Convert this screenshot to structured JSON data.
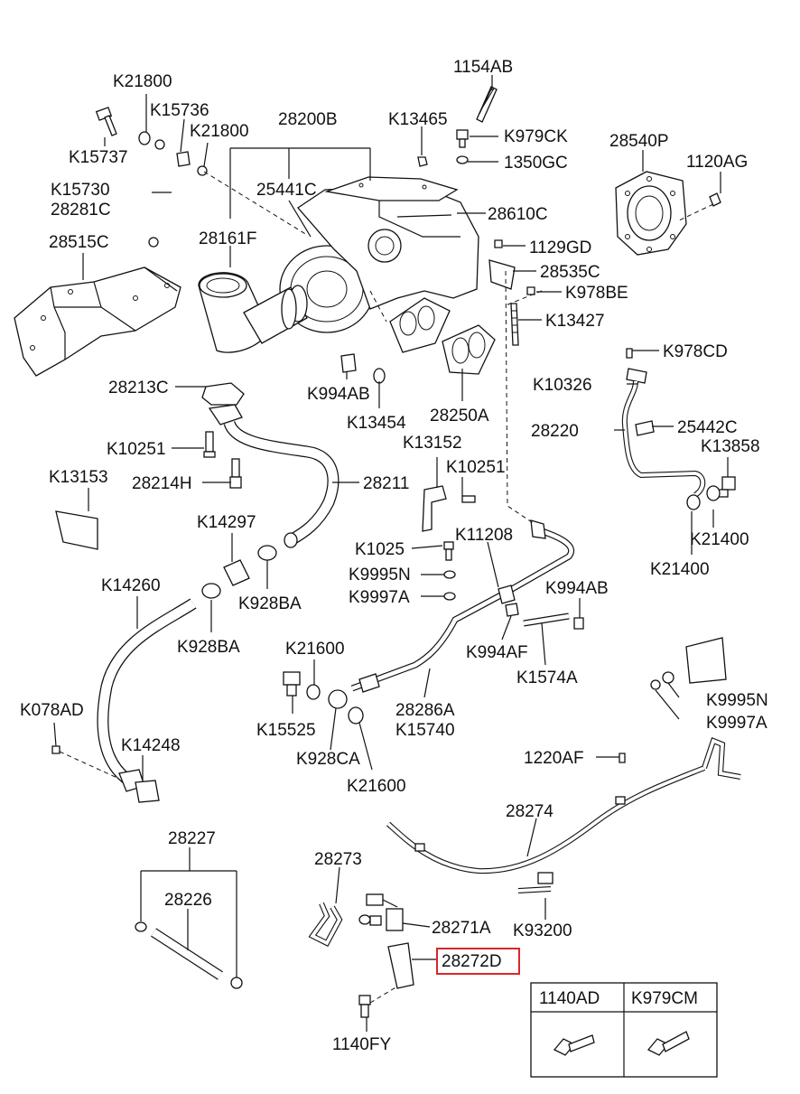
{
  "labels": {
    "p1154AB": "1154AB",
    "pK21800a": "K21800",
    "pK15736": "K15736",
    "p28200B": "28200B",
    "pK13465": "K13465",
    "pK979CK": "K979CK",
    "p28540P": "28540P",
    "pK21800b": "K21800",
    "pK15737": "K15737",
    "p1350GC": "1350GC",
    "p1120AG": "1120AG",
    "pK15730": "K15730",
    "p28281C": "28281C",
    "p25441C": "25441C",
    "p28610C": "28610C",
    "p28515C": "28515C",
    "p28161F": "28161F",
    "p1129GD": "1129GD",
    "p28535C": "28535C",
    "pK978BE": "K978BE",
    "pK13427": "K13427",
    "pK978CD": "K978CD",
    "p28213C": "28213C",
    "pK994AB": "K994AB",
    "pK10326": "K10326",
    "pK13454": "K13454",
    "p28250A": "28250A",
    "p28220": "28220",
    "p25442C": "25442C",
    "pK13152": "K13152",
    "pK13858": "K13858",
    "pK10251a": "K10251",
    "pK10251b": "K10251",
    "pK13153": "K13153",
    "p28214H": "28214H",
    "p28211": "28211",
    "pK14297": "K14297",
    "pK11208": "K11208",
    "pK21400a": "K21400",
    "pK1025": "K1025",
    "pK9995Na": "K9995N",
    "pK21400b": "K21400",
    "pK14260": "K14260",
    "pK9997Aa": "K9997A",
    "pK994AB2": "K994AB",
    "pK928BAa": "K928BA",
    "pK928BAb": "K928BA",
    "pK994AF": "K994AF",
    "pK21600a": "K21600",
    "pK1574A": "K1574A",
    "pK078AD": "K078AD",
    "p28286A": "28286A",
    "pK15740": "K15740",
    "pK9995Nb": "K9995N",
    "pK15525": "K15525",
    "pK9997Ab": "K9997A",
    "pK14248": "K14248",
    "pK928CA": "K928CA",
    "p1220AF": "1220AF",
    "pK21600b": "K21600",
    "p28274": "28274",
    "p28227": "28227",
    "p28273": "28273",
    "p28226": "28226",
    "p28271A": "28271A",
    "pK93200": "K93200",
    "p28272D": "28272D",
    "p1140FY": "1140FY"
  },
  "legend_table": {
    "headers": [
      "1140AD",
      "K979CM"
    ]
  },
  "highlight": {
    "part": "28272D",
    "color": "#d9262b"
  }
}
